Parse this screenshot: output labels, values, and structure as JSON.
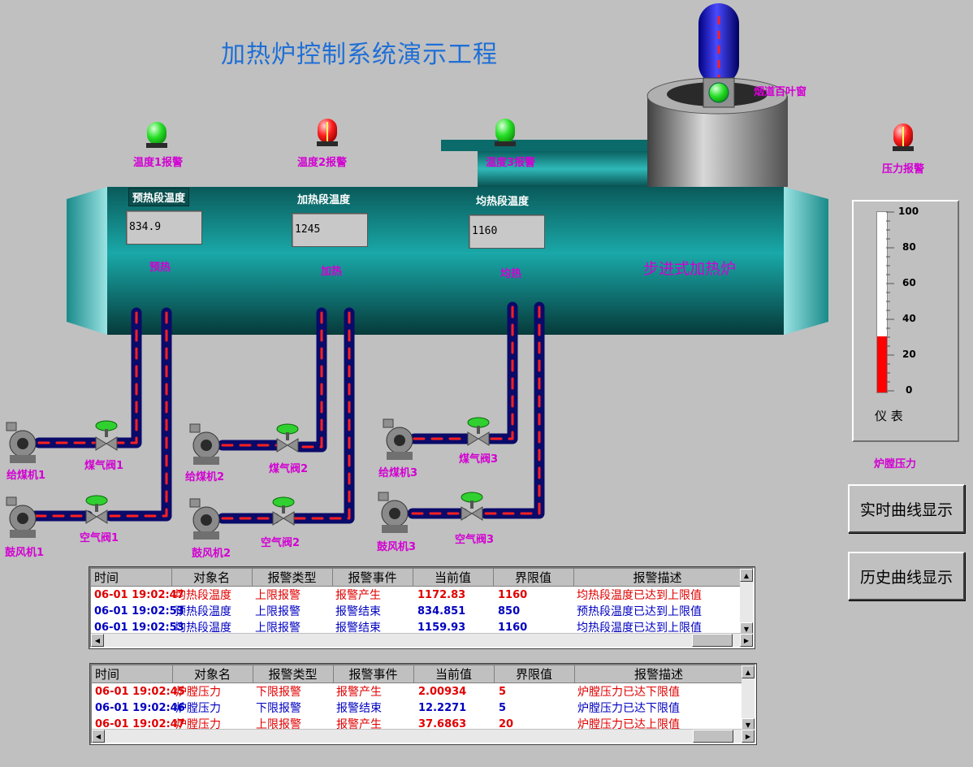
{
  "title": "加热炉控制系统演示工程",
  "furnace_label": "步进式加热炉",
  "damper_label": "烟道百叶窗",
  "alarms": [
    {
      "label": "温度1报警",
      "state": "green"
    },
    {
      "label": "温度2报警",
      "state": "red"
    },
    {
      "label": "温度3报警",
      "state": "green"
    },
    {
      "label": "压力报警",
      "state": "red"
    }
  ],
  "zones": [
    {
      "title": "预热段温度",
      "value": "834.9",
      "name": "预热"
    },
    {
      "title": "加热段温度",
      "value": "1245",
      "name": "加热"
    },
    {
      "title": "均热段温度",
      "value": "1160",
      "name": "均热"
    }
  ],
  "equipment": {
    "fan_coal": [
      "给煤机1",
      "给煤机2",
      "给煤机3"
    ],
    "fan_air": [
      "鼓风机1",
      "鼓风机2",
      "鼓风机3"
    ],
    "valve_gas": [
      "煤气阀1",
      "煤气阀2",
      "煤气阀3"
    ],
    "valve_air": [
      "空气阀1",
      "空气阀2",
      "空气阀3"
    ]
  },
  "gauge": {
    "ticks": [
      "100",
      "80",
      "60",
      "40",
      "20",
      "0"
    ],
    "label": "仪 表",
    "caption": "炉膛压力",
    "level": 0.31
  },
  "buttons": {
    "realtime": "实时曲线显示",
    "history": "历史曲线显示"
  },
  "table_headers": [
    "时间",
    "对象名",
    "报警类型",
    "报警事件",
    "当前值",
    "界限值",
    "报警描述"
  ],
  "table1": [
    {
      "time": "06-01 19:02:47",
      "object": "均热段温度",
      "type": "上限报警",
      "event": "报警产生",
      "value": "1172.83",
      "limit": "1160",
      "desc": "均热段温度已达到上限值",
      "color": "red"
    },
    {
      "time": "06-01 19:02:53",
      "object": "预热段温度",
      "type": "上限报警",
      "event": "报警结束",
      "value": "834.851",
      "limit": "850",
      "desc": "预热段温度已达到上限值",
      "color": "blue"
    },
    {
      "time": "06-01 19:02:53",
      "object": "均热段温度",
      "type": "上限报警",
      "event": "报警结束",
      "value": "1159.93",
      "limit": "1160",
      "desc": "均热段温度已达到上限值",
      "color": "blue"
    }
  ],
  "table2": [
    {
      "time": "06-01 19:02:45",
      "object": "炉膛压力",
      "type": "下限报警",
      "event": "报警产生",
      "value": "2.00934",
      "limit": "5",
      "desc": "炉膛压力已达下限值",
      "color": "red"
    },
    {
      "time": "06-01 19:02:46",
      "object": "炉膛压力",
      "type": "下限报警",
      "event": "报警结束",
      "value": "12.2271",
      "limit": "5",
      "desc": "炉膛压力已达下限值",
      "color": "blue"
    },
    {
      "time": "06-01 19:02:47",
      "object": "炉膛压力",
      "type": "上限报警",
      "event": "报警产生",
      "value": "37.6863",
      "limit": "20",
      "desc": "炉膛压力已达上限值",
      "color": "red"
    }
  ],
  "colors": {
    "furnace": "#0f8a8a",
    "pipe": "#1a1a9a",
    "pipe_dash": "#ff2020",
    "text_magenta": "#d200d2",
    "title_blue": "#1f6fd6"
  }
}
